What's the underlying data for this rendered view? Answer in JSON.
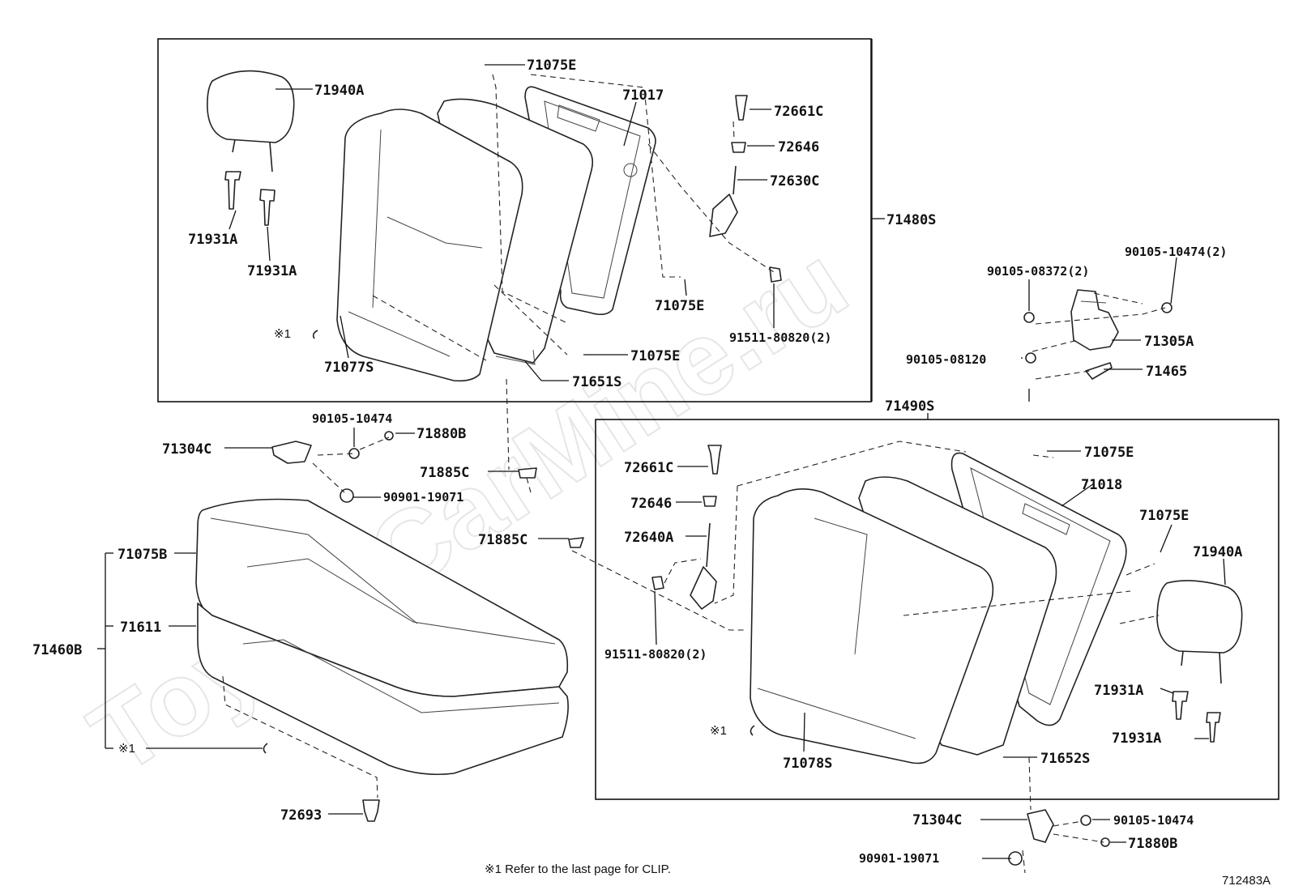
{
  "watermark": "ToyotaCarMine.ru",
  "footnote": "※1  Refer to the last page for CLIP.",
  "diagram_id": "712483A",
  "clip_marker": "※1",
  "assemblies": {
    "upper_back": "71480S",
    "right_back": "71490S",
    "cushion": "71460B"
  },
  "labels": {
    "headrest_upper": "71940A",
    "guide_a1": "71931A",
    "guide_a2": "71931A",
    "back_upper": "71077S",
    "pad_upper": "71651S",
    "frame_upper": "71017",
    "clip_e_1": "71075E",
    "clip_e_2": "71075E",
    "clip_e_3": "71075E",
    "knob_upper": "72661C",
    "bushing_upper": "72646",
    "rod_upper": "72630C",
    "bolt_upper": "91511-80820(2)",
    "bolt_08372": "90105-08372(2)",
    "bolt_10474_2": "90105-10474(2)",
    "hinge_71305a": "71305A",
    "bolt_08120": "90105-08120",
    "cover_71465": "71465",
    "bolt_10474_left": "90105-10474",
    "hinge_left": "71304C",
    "clip_b_left": "71880B",
    "bolt_19071_left": "90901-19071",
    "hook_1": "71885C",
    "hook_2": "71885C",
    "cushion_cover": "71075B",
    "cushion_pad": "71611",
    "clip_72693": "72693",
    "knob_right": "72661C",
    "bushing_right": "72646",
    "rod_right": "72640A",
    "bolt_right": "91511-80820(2)",
    "clip_e_r1": "71075E",
    "clip_e_r2": "71075E",
    "frame_right": "71018",
    "headrest_right": "71940A",
    "guide_r1": "71931A",
    "guide_r2": "71931A",
    "back_right": "71078S",
    "pad_right": "71652S",
    "hinge_right": "71304C",
    "bolt_10474_right": "90105-10474",
    "clip_b_right": "71880B",
    "bolt_19071_right": "90901-19071"
  }
}
